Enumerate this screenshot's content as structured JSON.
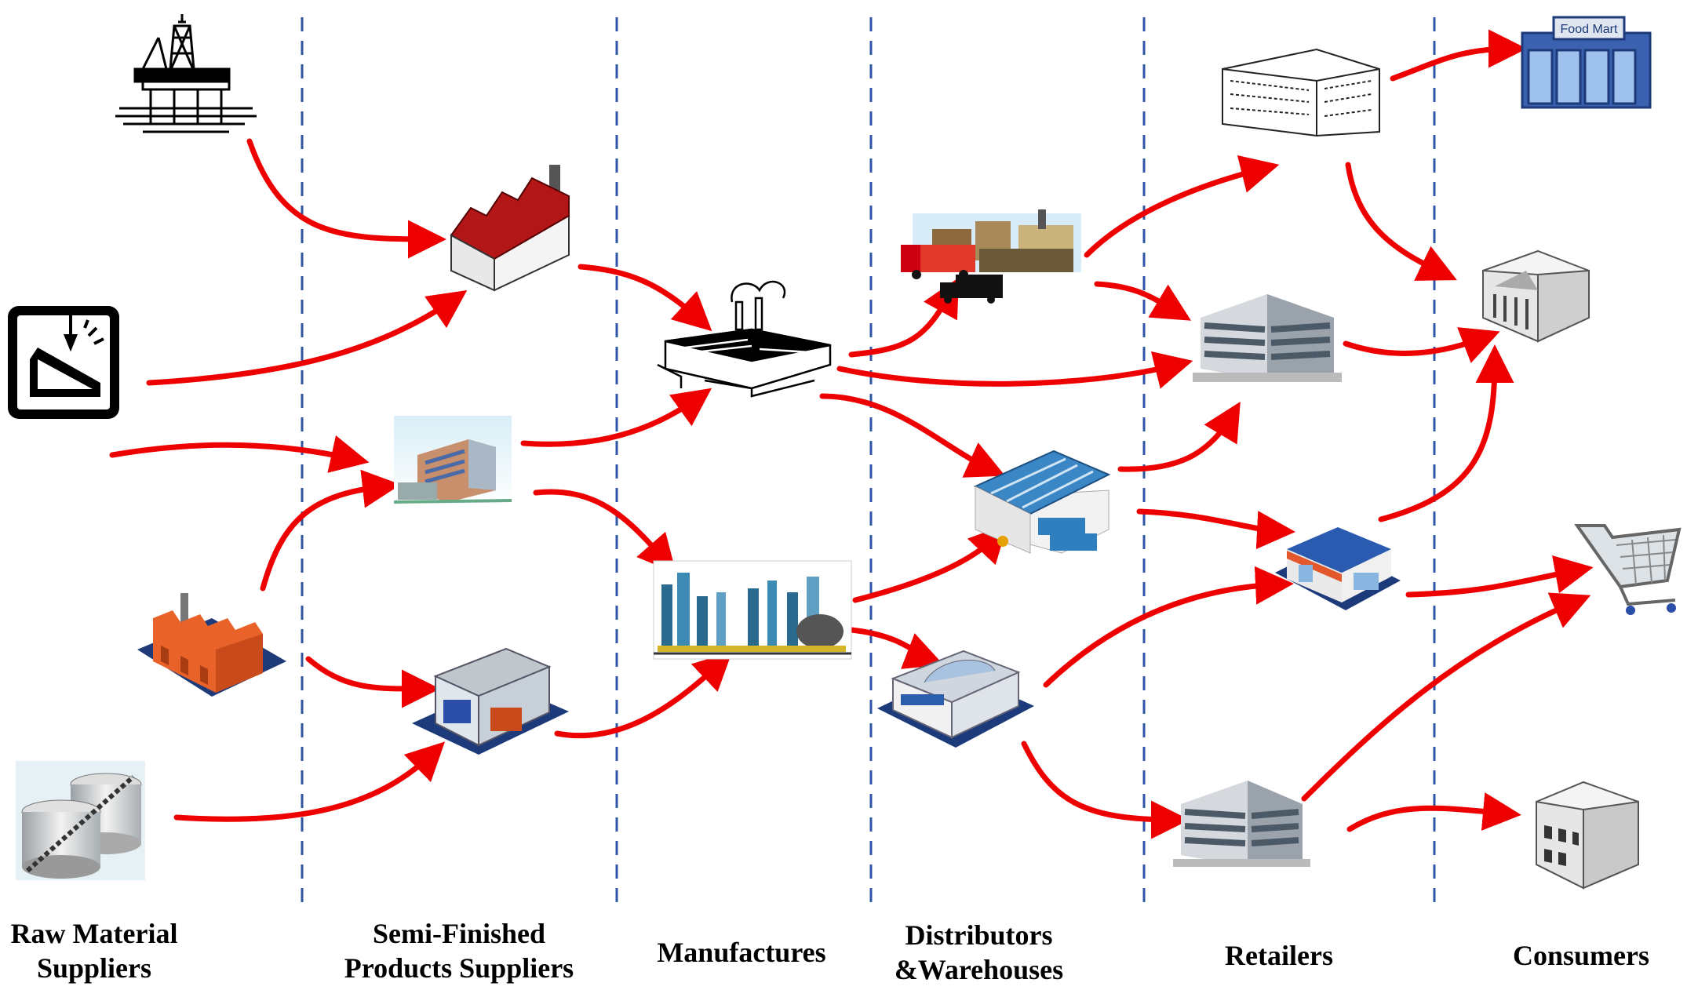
{
  "stages": [
    {
      "id": "raw",
      "label": "Raw Material\nSuppliers"
    },
    {
      "id": "semi",
      "label": "Semi-Finished\nProducts Suppliers"
    },
    {
      "id": "manu",
      "label": "Manufactures"
    },
    {
      "id": "dist",
      "label": "Distributors\n&Warehouses"
    },
    {
      "id": "retail",
      "label": "Retailers"
    },
    {
      "id": "cons",
      "label": "Consumers"
    }
  ],
  "icons": [
    {
      "name": "oil-rig-icon"
    },
    {
      "name": "steel-beam-crane-icon"
    },
    {
      "name": "orange-factory-icon"
    },
    {
      "name": "storage-tanks-icon"
    },
    {
      "name": "red-roof-factory-icon"
    },
    {
      "name": "office-building-icon"
    },
    {
      "name": "blue-warehouse-icon"
    },
    {
      "name": "industrial-plant-icon"
    },
    {
      "name": "refinery-icon"
    },
    {
      "name": "truck-depot-icon"
    },
    {
      "name": "distribution-warehouse-icon"
    },
    {
      "name": "blue-distribution-center-icon"
    },
    {
      "name": "department-store-icon"
    },
    {
      "name": "retail-office-building-icon"
    },
    {
      "name": "retail-shop-icon"
    },
    {
      "name": "retail-office-building-2-icon"
    },
    {
      "name": "food-mart-icon"
    },
    {
      "name": "bank-building-icon"
    },
    {
      "name": "shopping-cart-icon"
    },
    {
      "name": "small-building-icon"
    }
  ],
  "food_mart_sign": "Food Mart",
  "colors": {
    "arrow": "#ee0000",
    "divider": "#2f55a4"
  }
}
